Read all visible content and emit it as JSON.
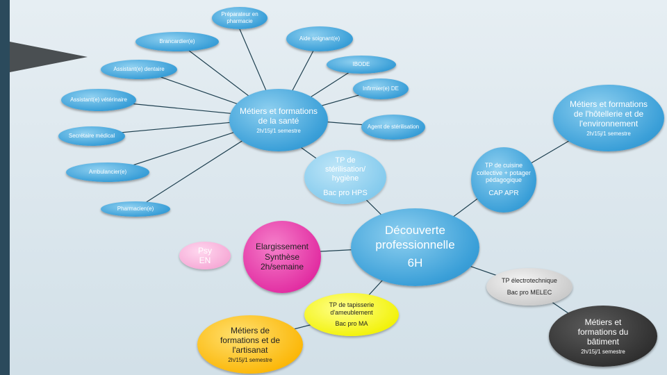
{
  "sante": {
    "title": "Métiers et formations de la santé",
    "hours": "2h/15j/1 semestre",
    "items": [
      "Préparateur en pharmacie",
      "Aide soignant(e)",
      "Brancardier(e)",
      "IBODE",
      "Assistant(e) dentaire",
      "Infirmier(e) DE",
      "Assistant(e) vétérinaire",
      "Agent de stérilisation",
      "Secrétaire médical",
      "Ambulancier(e)",
      "Pharmacien(e)"
    ],
    "tp_title": "TP de stérilisation/ hygiène",
    "tp_bac": "Bac pro HPS"
  },
  "hotellerie": {
    "title": "Métiers et formations de l'hôtellerie et de l'environnement",
    "hours": "2h/15j/1 semestre",
    "tp_title": "TP de cuisine collective + potager pédagogique",
    "tp_bac": "CAP APR"
  },
  "decouverte": {
    "title": "Découverte professionnelle",
    "hours": "6H"
  },
  "elargissement": {
    "title": "Elargissement Synthèse 2h/semaine"
  },
  "psy": {
    "label": "Psy EN"
  },
  "electro": {
    "title": "TP électrotechnique",
    "bac": "Bac pro MELEC"
  },
  "batiment": {
    "title": "Métiers et formations du bâtiment",
    "hours": "2h/15j/1 semestre"
  },
  "tapisserie": {
    "title": "TP de tapisserie d'ameublement",
    "bac": "Bac pro MA"
  },
  "artisanat": {
    "title": "Métiers de formations et de l'artisanat",
    "hours": "2h/15j/1 semestre"
  }
}
